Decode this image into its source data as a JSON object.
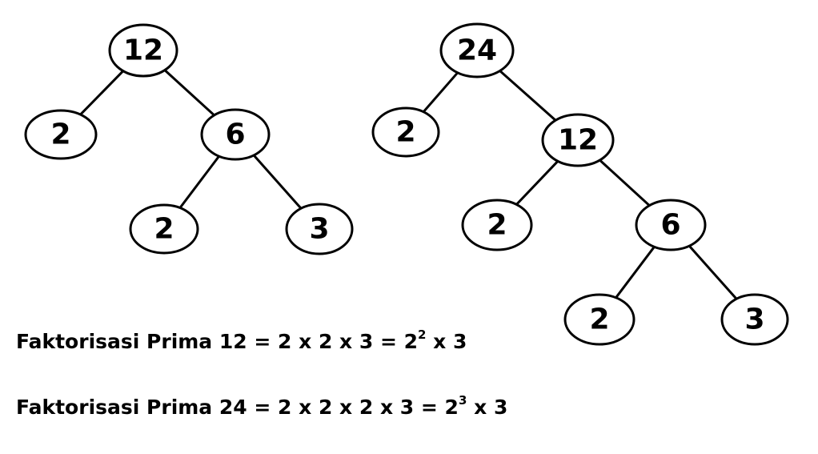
{
  "trees": [
    {
      "nodes": [
        {
          "id": "a0",
          "label": "12"
        },
        {
          "id": "a1",
          "label": "2"
        },
        {
          "id": "a2",
          "label": "6"
        },
        {
          "id": "a3",
          "label": "2"
        },
        {
          "id": "a4",
          "label": "3"
        }
      ],
      "edges": [
        [
          "a0",
          "a1"
        ],
        [
          "a0",
          "a2"
        ],
        [
          "a2",
          "a3"
        ],
        [
          "a2",
          "a4"
        ]
      ]
    },
    {
      "nodes": [
        {
          "id": "b0",
          "label": "24"
        },
        {
          "id": "b1",
          "label": "2"
        },
        {
          "id": "b2",
          "label": "12"
        },
        {
          "id": "b3",
          "label": "2"
        },
        {
          "id": "b4",
          "label": "6"
        },
        {
          "id": "b5",
          "label": "2"
        },
        {
          "id": "b6",
          "label": "3"
        }
      ],
      "edges": [
        [
          "b0",
          "b1"
        ],
        [
          "b0",
          "b2"
        ],
        [
          "b2",
          "b3"
        ],
        [
          "b2",
          "b4"
        ],
        [
          "b4",
          "b5"
        ],
        [
          "b4",
          "b6"
        ]
      ]
    }
  ],
  "formulas": {
    "f12": {
      "text": "Faktorisasi Prima 12 = 2 x 2 x 3 = 2",
      "exponent": "2",
      "tail": " x 3"
    },
    "f24": {
      "text": "Faktorisasi Prima 24 = 2 x 2 x 2 x 3 = 2",
      "exponent": "3",
      "tail": " x 3"
    }
  }
}
